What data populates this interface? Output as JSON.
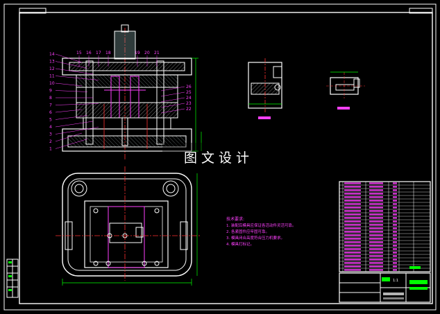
{
  "watermark": {
    "text": "图文设计"
  },
  "part_numbers_left": [
    "14",
    "13",
    "12",
    "11",
    "10",
    "9",
    "8",
    "7",
    "6",
    "5",
    "4",
    "3",
    "2",
    "1"
  ],
  "part_numbers_top": [
    "15",
    "16",
    "17",
    "18",
    "19",
    "20",
    "21"
  ],
  "part_numbers_right": [
    "26",
    "25",
    "24",
    "23",
    "22"
  ],
  "notes": {
    "title": "技术要求:",
    "items": [
      "1. 装配后模具应保证各活动件灵活可靠。",
      "2. 各紧固件应牢固可靠。",
      "3. 模具闭合高度符合压力机要求。",
      "4. 模具打标记。"
    ]
  },
  "title_block": {
    "scale": "1:1",
    "drawing_no": ""
  },
  "colors": {
    "line": "#ffffff",
    "center": "#ff3030",
    "part": "#ff40ff",
    "dim": "#00ff00",
    "hatch": "#c8c8c8"
  }
}
